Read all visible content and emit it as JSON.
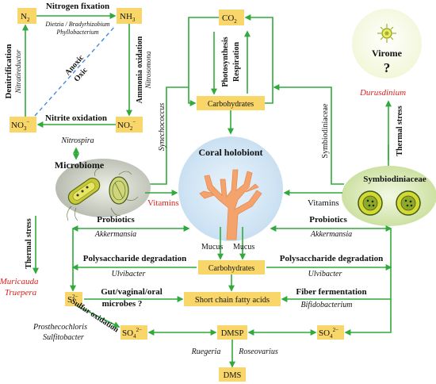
{
  "nodes": {
    "n2": "N",
    "nh3": "NH",
    "no3": "NO",
    "no2": "NO",
    "co2": "CO",
    "carbs_top": "Carbohydrates",
    "carbs_mid": "Carbohydrates",
    "scfa": "Short chain fatty acids",
    "s2": "S",
    "so4_left": "SO",
    "so4_right": "SO",
    "dmsp": "DMSP",
    "dms": "DMS"
  },
  "subs": {
    "n2": "2",
    "nh3": "3",
    "no3": "3",
    "no3_charge": "−",
    "no2": "2",
    "no2_charge": "−",
    "co2": "2",
    "s2_charge": "2−",
    "so4_left": "4",
    "so4_left_charge": "2−",
    "so4_right": "4",
    "so4_right_charge": "2−"
  },
  "labels": {
    "nitrogen_fixation": "Nitrogen fixation",
    "nitrogen_fixers_1": "Dietzia / Bradyrhizobium",
    "nitrogen_fixers_2": "Phyllobacterium",
    "denitrification": "Denitrification",
    "nitratireductor": "Nitratireductor",
    "anoxic": "Anoxic",
    "oxic": "Oxic",
    "ammonia_oxidation": "Ammonia oxidation",
    "nitrosomona": "Nitrosomona",
    "nitrite_oxidation": "Nitrite oxidation",
    "nitrospira": "Nitrospira",
    "photosynthesis": "Photosynthesis",
    "respiration": "Respiration",
    "synechococcus": "Synechococcus",
    "symbiodiniaceae_vertical": "Symbiodiniaceae",
    "virome": "Virome",
    "virome_q": "?",
    "durusdinium": "Durusdinium",
    "thermal_stress_right": "Thermal stress",
    "coral_holobiont": "Coral holobiont",
    "microbiome": "Microbiome",
    "symbiodiniaceae": "Symbiodiniaceae",
    "vitamins_left": "Vitamins",
    "vitamins_right": "Vitamins",
    "thermal_stress_left": "Thermal stress",
    "muricauda": "Muricauda",
    "truepera": "Truepera",
    "probiotics_left": "Probiotics",
    "akkermansia_left": "Akkermansia",
    "probiotics_right": "Probiotics",
    "akkermansia_right": "Akkermansia",
    "mucus_left": "Mucus",
    "mucus_right": "Mucus",
    "poly_left": "Polysaccharide degradation",
    "ulvibacter_left": "Ulvibacter",
    "poly_right": "Polysaccharide degradation",
    "ulvibacter_right": "Ulvibacter",
    "gut_1": "Gut/vaginal/oral",
    "gut_2": "microbes ?",
    "fiber": "Fiber fermentation",
    "bifido": "Bifidobacterium",
    "sulfur_oxidation": "Sulfur oxidation",
    "prosthecochloris": "Prosthecochloris",
    "sulfitobacter": "Sulfitobacter",
    "ruegeria": "Ruegeria",
    "roseovarius": "Roseovarius"
  },
  "colors": {
    "arrow": "#2faa3b",
    "box": "#f9d66a",
    "red_text": "#e02020",
    "dashed": "#3d8be0"
  },
  "icons": [
    "coral-icon",
    "microbe-cell-icon",
    "symbiont-cell-icon",
    "virus-icon"
  ]
}
